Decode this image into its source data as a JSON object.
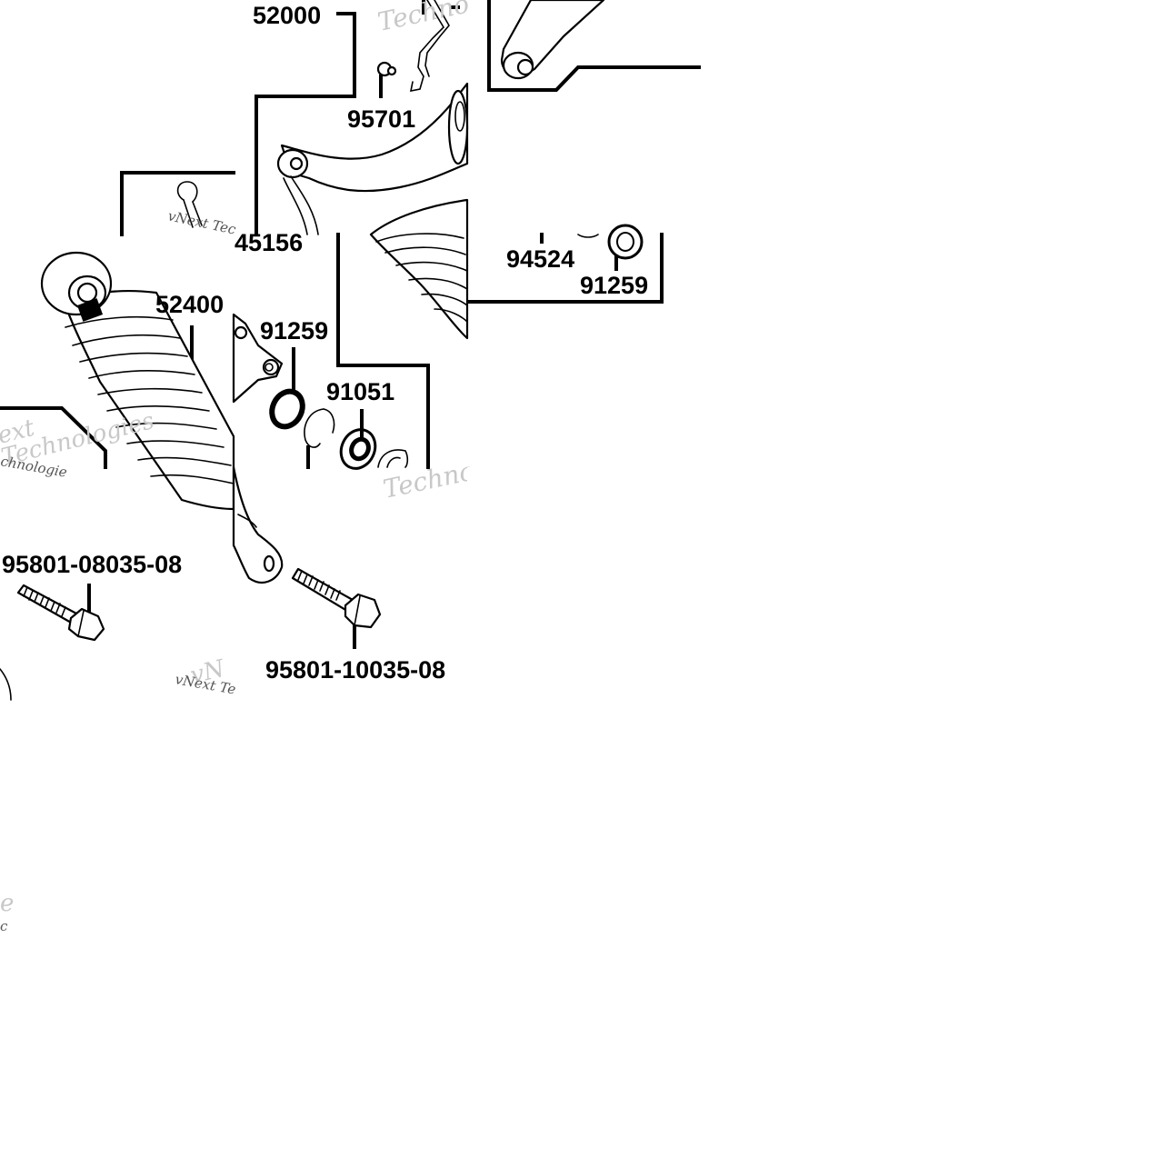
{
  "diagram": {
    "part_labels": {
      "p52000": "52000",
      "p95701": "95701",
      "p45156": "45156",
      "p52400": "52400",
      "p91259_mid": "91259",
      "p91051": "91051",
      "p94524": "94524",
      "p91259_right": "91259",
      "p95801_08": "95801-08035-08",
      "p95801_10": "95801-10035-08"
    },
    "watermarks": {
      "brand_main": "Techno",
      "brand_vnext": "vNext Tec",
      "brand_tech": "Technologies",
      "brand_ext": "ext",
      "brand_chnolog": "chnologie",
      "brand_vn": "vN",
      "brand_vnext2": "vNext Te",
      "brand_e": "e",
      "brand_c": "c"
    }
  }
}
